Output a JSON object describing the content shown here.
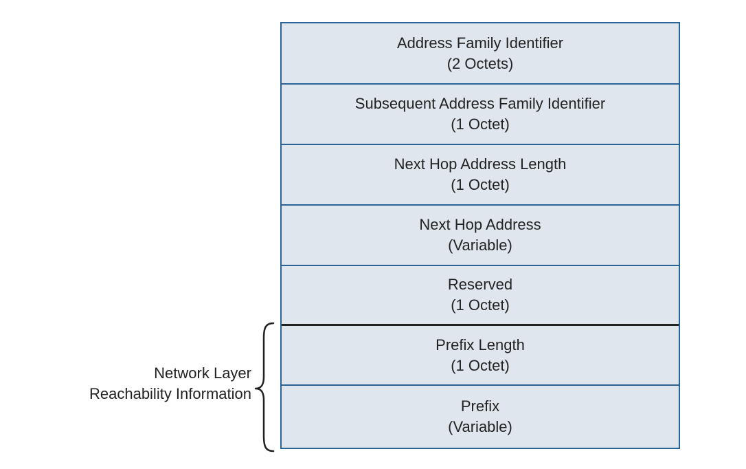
{
  "diagram": {
    "fields": [
      {
        "name": "Address Family Identifier",
        "size": "(2 Octets)"
      },
      {
        "name": "Subsequent Address Family Identifier",
        "size": "(1 Octet)"
      },
      {
        "name": "Next Hop Address Length",
        "size": "(1 Octet)"
      },
      {
        "name": "Next Hop Address",
        "size": "(Variable)"
      },
      {
        "name": "Reserved",
        "size": "(1 Octet)"
      },
      {
        "name": "Prefix Length",
        "size": "(1 Octet)"
      },
      {
        "name": "Prefix",
        "size": "(Variable)"
      }
    ],
    "nlri_label_line1": "Network Layer",
    "nlri_label_line2": "Reachability Information",
    "colors": {
      "box_fill": "#dfe6ee",
      "box_border": "#2a6496",
      "nlri_divider": "#222222",
      "text": "#222222"
    }
  }
}
